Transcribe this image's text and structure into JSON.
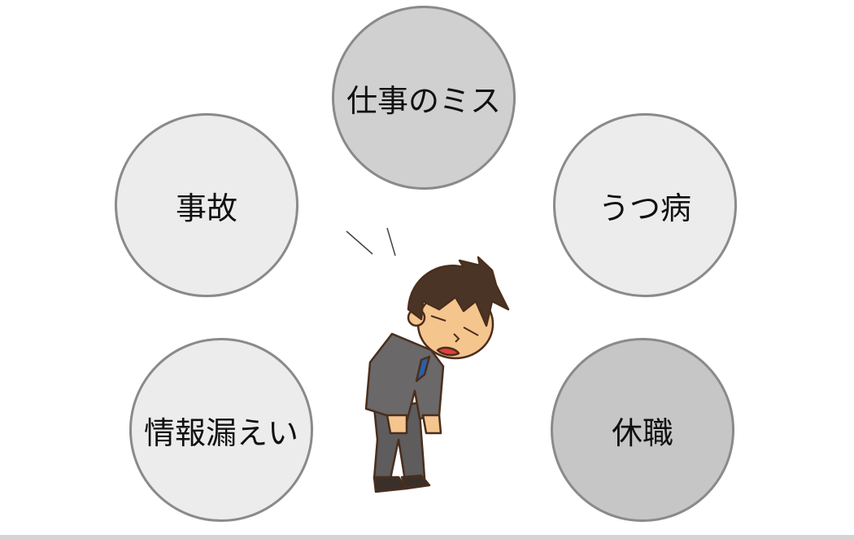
{
  "center_topic": "man-bowing-apologizing",
  "circles": [
    {
      "label": "仕事のミス",
      "fill": "#d0d0d0"
    },
    {
      "label": "事故",
      "fill": "#ececec"
    },
    {
      "label": "うつ病",
      "fill": "#ececec"
    },
    {
      "label": "情報漏えい",
      "fill": "#ececec"
    },
    {
      "label": "休職",
      "fill": "#c6c6c6"
    }
  ]
}
